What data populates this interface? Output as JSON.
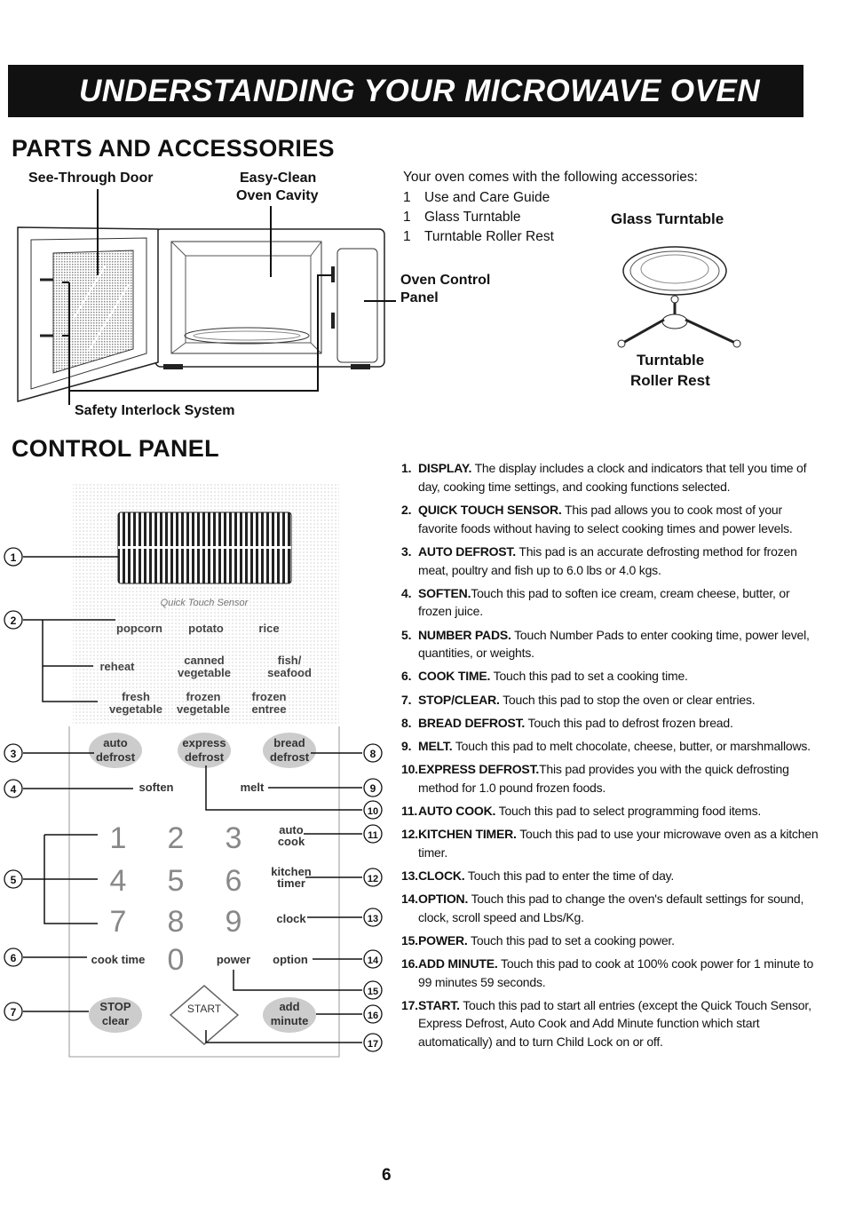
{
  "banner": {
    "title": "UNDERSTANDING YOUR MICROWAVE OVEN"
  },
  "parts": {
    "heading": "PARTS AND ACCESSORIES",
    "labels": {
      "door": "See-Through Door",
      "cavity_line1": "Easy-Clean",
      "cavity_line2": "Oven Cavity",
      "interlock": "Safety Interlock System",
      "panel_line1": "Oven Control",
      "panel_line2": "Panel",
      "turntable": "Glass Turntable",
      "roller_line1": "Turntable",
      "roller_line2": "Roller Rest"
    },
    "accessories_intro": "Your oven comes with the following accessories:",
    "accessories": [
      {
        "qty": "1",
        "name": "Use and Care Guide"
      },
      {
        "qty": "1",
        "name": "Glass Turntable"
      },
      {
        "qty": "1",
        "name": "Turntable Roller Rest"
      }
    ]
  },
  "control": {
    "heading": "CONTROL PANEL",
    "sensor_label": "Quick Touch Sensor",
    "pads": {
      "popcorn": "popcorn",
      "potato": "potato",
      "rice": "rice",
      "reheat": "reheat",
      "canned1": "canned",
      "canned2": "vegetable",
      "fish1": "fish/",
      "fish2": "seafood",
      "fresh1": "fresh",
      "fresh2": "vegetable",
      "frozen1": "frozen",
      "frozen2": "vegetable",
      "frozenb1": "frozen",
      "frozenb2": "entree",
      "auto1": "auto",
      "auto2": "defrost",
      "express1": "express",
      "express2": "defrost",
      "bread1": "bread",
      "bread2": "defrost",
      "soften": "soften",
      "melt": "melt",
      "cook1": "auto",
      "cook2": "cook",
      "kitchen1": "kitchen",
      "kitchen2": "timer",
      "clock": "clock",
      "cooktime": "cook time",
      "power": "power",
      "option": "option",
      "stop1": "STOP",
      "stop2": "clear",
      "start": "START",
      "add1": "add",
      "add2": "minute",
      "n1": "1",
      "n2": "2",
      "n3": "3",
      "n4": "4",
      "n5": "5",
      "n6": "6",
      "n7": "7",
      "n8": "8",
      "n9": "9",
      "n0": "0"
    },
    "callouts": [
      "1",
      "2",
      "3",
      "4",
      "5",
      "6",
      "7",
      "8",
      "9",
      "10",
      "11",
      "12",
      "13",
      "14",
      "15",
      "16",
      "17"
    ],
    "descriptions": [
      {
        "num": "1.",
        "title": "DISPLAY.",
        "text": " The display includes a clock and indicators that tell you time of day, cooking time settings, and cooking functions selected."
      },
      {
        "num": "2.",
        "title": "QUICK TOUCH SENSOR.",
        "text": " This pad allows you to cook most of your favorite foods without having to select cooking times and power levels."
      },
      {
        "num": "3.",
        "title": "AUTO DEFROST.",
        "text": " This pad is an accurate defrosting method for frozen meat, poultry and fish up to 6.0 lbs or 4.0 kgs."
      },
      {
        "num": "4.",
        "title": "SOFTEN.",
        "text": "Touch this pad to soften ice cream, cream cheese, butter, or frozen juice."
      },
      {
        "num": "5.",
        "title": "NUMBER PADS.",
        "text": " Touch Number Pads to enter cooking time, power level, quantities, or weights."
      },
      {
        "num": "6.",
        "title": "COOK TIME.",
        "text": " Touch this pad to set a cooking time."
      },
      {
        "num": "7.",
        "title": "STOP/CLEAR.",
        "text": " Touch this pad to stop the oven or clear entries."
      },
      {
        "num": "8.",
        "title": "BREAD DEFROST.",
        "text": " Touch this pad to defrost frozen bread."
      },
      {
        "num": "9.",
        "title": "MELT.",
        "text": " Touch this pad to melt chocolate, cheese, butter, or marshmallows."
      },
      {
        "num": "10.",
        "title": "EXPRESS DEFROST.",
        "text": "This pad provides you with the quick defrosting method for 1.0 pound frozen foods."
      },
      {
        "num": "11.",
        "title": "AUTO COOK.",
        "text": " Touch this pad to select programming food items."
      },
      {
        "num": "12.",
        "title": "KITCHEN TIMER.",
        "text": " Touch this pad to use your microwave oven as a kitchen timer."
      },
      {
        "num": "13.",
        "title": "CLOCK.",
        "text": " Touch this pad to enter the time of day."
      },
      {
        "num": "14.",
        "title": "OPTION.",
        "text": " Touch this pad to change the oven's default settings for sound, clock, scroll speed and Lbs/Kg."
      },
      {
        "num": "15.",
        "title": "POWER.",
        "text": " Touch this pad to set a cooking power."
      },
      {
        "num": "16.",
        "title": "ADD MINUTE.",
        "text": " Touch this pad to cook at 100% cook power for 1 minute to 99 minutes 59 seconds."
      },
      {
        "num": "17.",
        "title": "START.",
        "text": " Touch this pad to start all entries (except the Quick Touch Sensor, Express Defrost, Auto Cook and Add Minute function which start automatically) and to turn Child Lock on or off."
      }
    ]
  },
  "page_number": "6"
}
